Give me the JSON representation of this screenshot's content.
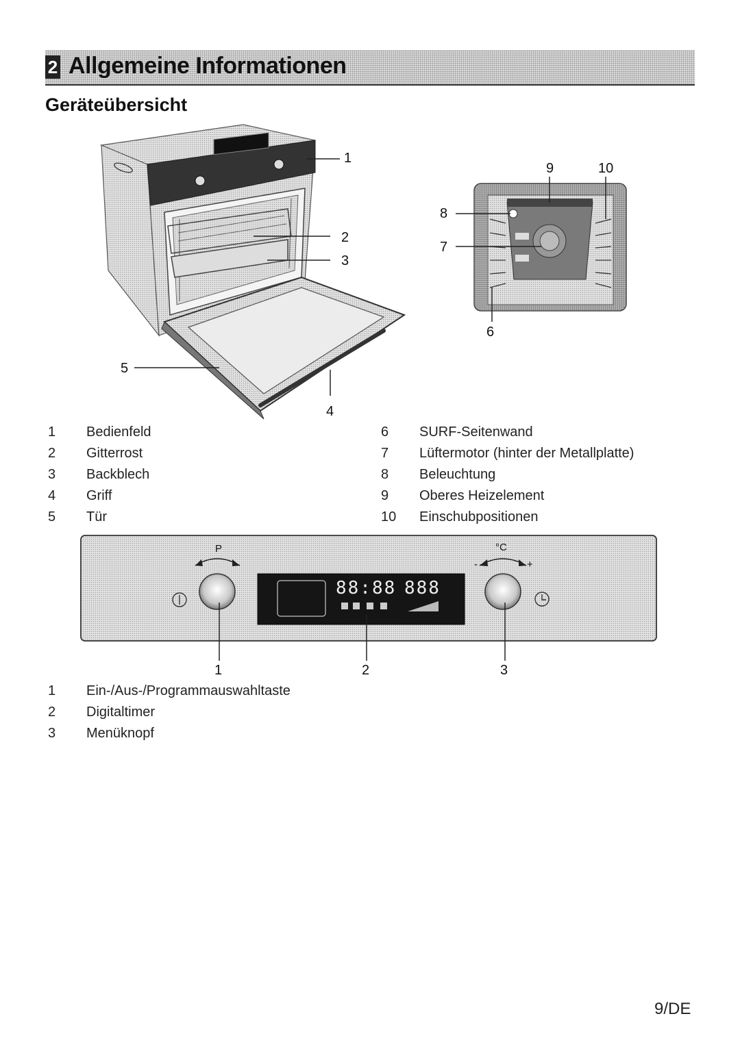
{
  "header": {
    "number": "2",
    "title": "Allgemeine Informationen"
  },
  "section": {
    "title": "Geräteübersicht"
  },
  "oven_figure": {
    "callouts": [
      "1",
      "2",
      "3",
      "4",
      "5"
    ]
  },
  "interior_figure": {
    "callouts": [
      "6",
      "7",
      "8",
      "9",
      "10"
    ]
  },
  "parts_legend": {
    "left": [
      {
        "num": "1",
        "label": "Bedienfeld"
      },
      {
        "num": "2",
        "label": "Gitterrost"
      },
      {
        "num": "3",
        "label": "Backblech"
      },
      {
        "num": "4",
        "label": "Griff"
      },
      {
        "num": "5",
        "label": "Tür"
      }
    ],
    "right": [
      {
        "num": "6",
        "label": "SURF-Seitenwand"
      },
      {
        "num": "7",
        "label": "Lüftermotor (hinter der Metallplatte)"
      },
      {
        "num": "8",
        "label": "Beleuchtung"
      },
      {
        "num": "9",
        "label": "Oberes Heizelement"
      },
      {
        "num": "10",
        "label": "Einschubpositionen"
      }
    ]
  },
  "control_panel": {
    "left_knob_mark": "P",
    "right_knob_mark": "°C",
    "minus": "-",
    "plus": "+",
    "display_time": "88:88",
    "display_temp": "888",
    "callouts": [
      "1",
      "2",
      "3"
    ]
  },
  "panel_legend": [
    {
      "num": "1",
      "label": "Ein-/Aus-/Programmauswahltaste"
    },
    {
      "num": "2",
      "label": "Digitaltimer"
    },
    {
      "num": "3",
      "label": "Menüknopf"
    }
  ],
  "footer": {
    "page": "9/DE"
  }
}
